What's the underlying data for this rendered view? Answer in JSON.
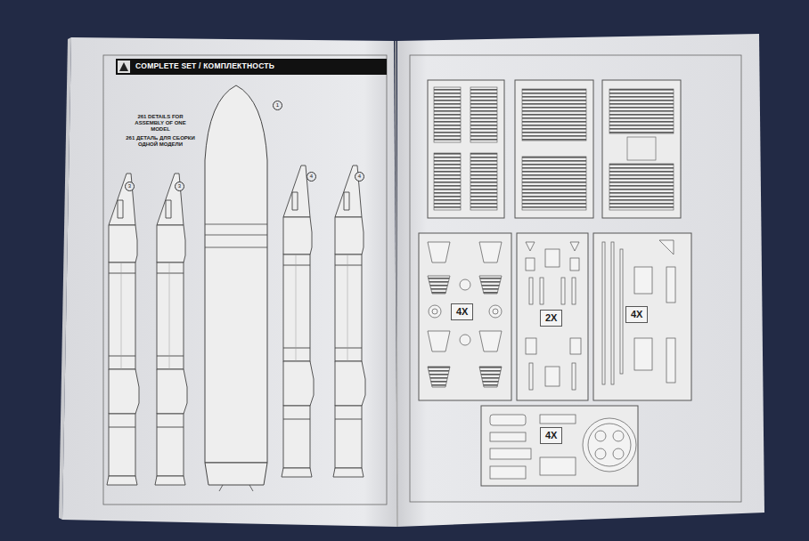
{
  "diagram": {
    "title": "COMPLETE SET / КОМПЛЕКТНОСТЬ",
    "labels": [
      "261 DETAILS FOR ASSEMBLY OF ONE MODEL",
      "261 ДЕТАЛЬ ДЛЯ СБОРКИ ОДНОЙ МОДЕЛИ",
      "1",
      "3",
      "3",
      "4",
      "4",
      "4X",
      "2X",
      "4X",
      "4X"
    ]
  }
}
